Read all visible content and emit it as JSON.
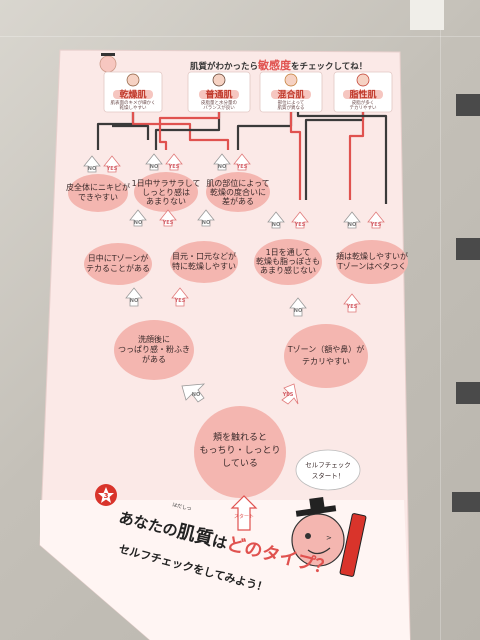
{
  "header": {
    "title_prefix": "肌質がわかったら",
    "title_highlight": "敏感度",
    "title_suffix": "をチェックしてね！"
  },
  "skin_types": [
    {
      "label": "乾燥肌",
      "desc1": "肌表面のキメが細かく",
      "desc2": "乾燥しやすい"
    },
    {
      "label": "普通肌",
      "desc1": "皮脂量と水分量の",
      "desc2": "バランスが良い"
    },
    {
      "label": "混合肌",
      "desc1": "部位によって",
      "desc2": "肌質が異なる"
    },
    {
      "label": "脂性肌",
      "desc1": "皮脂が多く",
      "desc2": "テカリやすい"
    }
  ],
  "questions": {
    "q1": [
      "頬を触れると",
      "もっちり・しっとり",
      "している"
    ],
    "q2": [
      "洗顔後に",
      "つっぱり感・粉ふき",
      "がある"
    ],
    "q3": [
      "Tゾーン（額や鼻）が",
      "テカリやすい"
    ],
    "q4": [
      "日中にTゾーンが",
      "テカることがある"
    ],
    "q5": [
      "目元・口元などが",
      "特に乾燥しやすい"
    ],
    "q6": [
      "1日を通して",
      "乾燥も脂っぽさも",
      "あまり感じない"
    ],
    "q7": [
      "頬は乾燥しやすいが",
      "Tゾーンはベタつく"
    ],
    "q8": [
      "皮全体にニキビが",
      "できやすい"
    ],
    "q9": [
      "1日中サラサラして",
      "しっとり感は",
      "あまりない"
    ],
    "q10": [
      "肌の部位によって",
      "乾燥の度合いに",
      "差がある"
    ]
  },
  "answers": {
    "yes": "YES",
    "no": "NO"
  },
  "start": {
    "bubble1": "セルフチェック",
    "bubble2": "スタート！",
    "arrow": "スタート"
  },
  "footer": {
    "step": "3",
    "line1_a": "あなたの",
    "line1_b": "肌質",
    "line1_ruby": "はだしつ",
    "line1_c": "は",
    "line1_d": "どのタイプ？",
    "line2": "セルフチェックをしてみよう！"
  },
  "colors": {
    "accent": "#c0392b",
    "bubble": "#f4b6b0",
    "poster": "#fbe9e7",
    "line_red": "#e0524f",
    "line_dark": "#3a3a3a"
  }
}
